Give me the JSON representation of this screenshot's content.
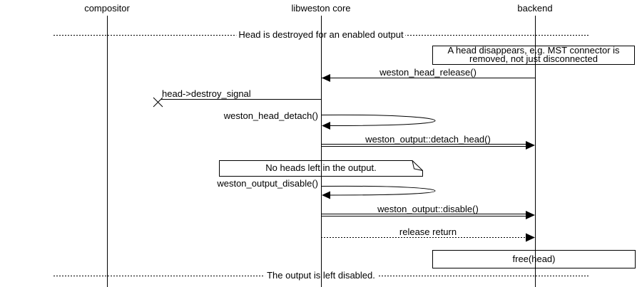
{
  "participants": [
    {
      "label": "compositor"
    },
    {
      "label": "libweston core"
    },
    {
      "label": "backend"
    }
  ],
  "dividers": [
    {
      "label": "Head is destroyed for an enabled output"
    },
    {
      "label": "The output is left disabled."
    }
  ],
  "notes": {
    "head_disappears": {
      "lines": [
        "A head disappears, e.g. MST connector is",
        "removed, not just disconnected"
      ]
    },
    "no_heads_left": {
      "text": "No heads left in the output."
    },
    "free_head": {
      "text": "free(head)"
    }
  },
  "messages": [
    {
      "label": "weston_head_release()",
      "from": "backend",
      "to": "libweston core",
      "arrow": "solid-call"
    },
    {
      "label": "head->destroy_signal",
      "from": "libweston core",
      "to": "lost-message-x",
      "arrow": "lost"
    },
    {
      "label": "weston_head_detach()",
      "from": "libweston core",
      "to": "libweston core",
      "arrow": "self-call"
    },
    {
      "label": "weston_output::detach_head()",
      "from": "libweston core",
      "to": "backend",
      "arrow": "double-solid-call"
    },
    {
      "label": "weston_output_disable()",
      "from": "libweston core",
      "to": "libweston core",
      "arrow": "self-call"
    },
    {
      "label": "weston_output::disable()",
      "from": "libweston core",
      "to": "backend",
      "arrow": "double-solid-call"
    },
    {
      "label": "release return",
      "from": "libweston core",
      "to": "backend",
      "arrow": "dotted-return"
    }
  ],
  "colors": {
    "line": "#000000",
    "background": "#ffffff"
  }
}
